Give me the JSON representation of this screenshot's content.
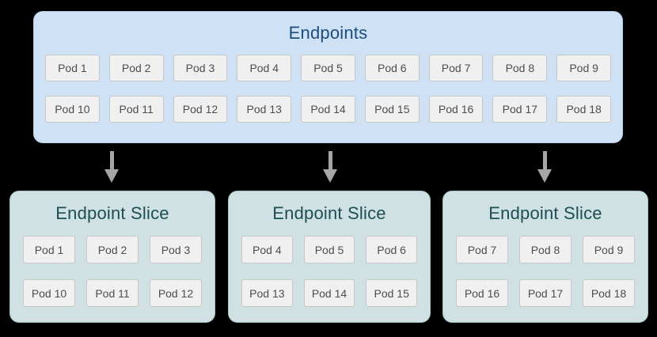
{
  "colors": {
    "background": "#000000",
    "endpoints_fill": "#cfe1f4",
    "endpoints_border": "#b7cfe8",
    "endpoints_title": "#1b4e7e",
    "slice_fill": "#cfe1e2",
    "slice_border": "#a3c5c6",
    "slice_title": "#1d4e53",
    "pod_fill": "#f0f0f0",
    "pod_border": "#c6c6c6",
    "pod_text": "#4d4d4d",
    "arrow": "#a6a6a6"
  },
  "endpoints": {
    "title": "Endpoints",
    "rows": [
      [
        "Pod 1",
        "Pod 2",
        "Pod 3",
        "Pod 4",
        "Pod 5",
        "Pod 6",
        "Pod 7",
        "Pod 8",
        "Pod 9"
      ],
      [
        "Pod 10",
        "Pod 11",
        "Pod 12",
        "Pod 13",
        "Pod 14",
        "Pod 15",
        "Pod 16",
        "Pod 17",
        "Pod 18"
      ]
    ]
  },
  "slices": [
    {
      "title": "Endpoint Slice",
      "rows": [
        [
          "Pod 1",
          "Pod 2",
          "Pod 3"
        ],
        [
          "Pod 10",
          "Pod 11",
          "Pod 12"
        ]
      ]
    },
    {
      "title": "Endpoint Slice",
      "rows": [
        [
          "Pod 4",
          "Pod 5",
          "Pod 6"
        ],
        [
          "Pod 13",
          "Pod 14",
          "Pod 15"
        ]
      ]
    },
    {
      "title": "Endpoint Slice",
      "rows": [
        [
          "Pod 7",
          "Pod 8",
          "Pod 9"
        ],
        [
          "Pod 16",
          "Pod 17",
          "Pod 18"
        ]
      ]
    }
  ]
}
